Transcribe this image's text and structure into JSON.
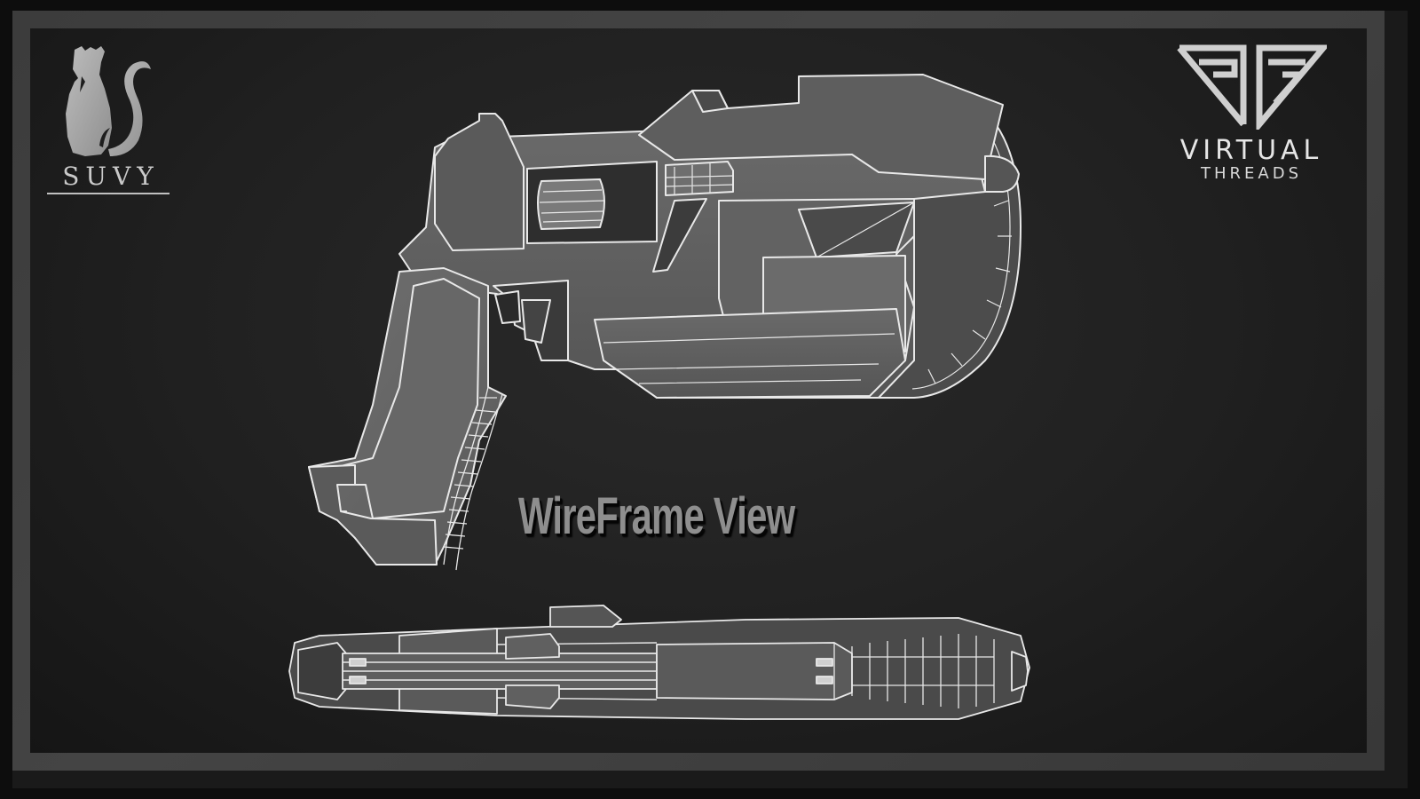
{
  "branding": {
    "left_logo": {
      "text": "SUVY",
      "icon": "cat-silhouette-icon"
    },
    "right_logo": {
      "title": "VIRTUAL",
      "subtitle": "THREADS",
      "icon": "vt-triangle-monogram-icon"
    }
  },
  "main": {
    "title": "WireFrame View",
    "views": [
      {
        "name": "side-view",
        "subject": "sci-fi revolver wireframe"
      },
      {
        "name": "top-view",
        "subject": "sci-fi revolver wireframe"
      }
    ]
  },
  "colors": {
    "background": "#202020",
    "frame": "#3e3e3e",
    "mesh_fill": "#5c5c5c",
    "wire": "#e8e8e8",
    "title_text": "#8e8e8e",
    "logo": "#c9c9c9"
  }
}
